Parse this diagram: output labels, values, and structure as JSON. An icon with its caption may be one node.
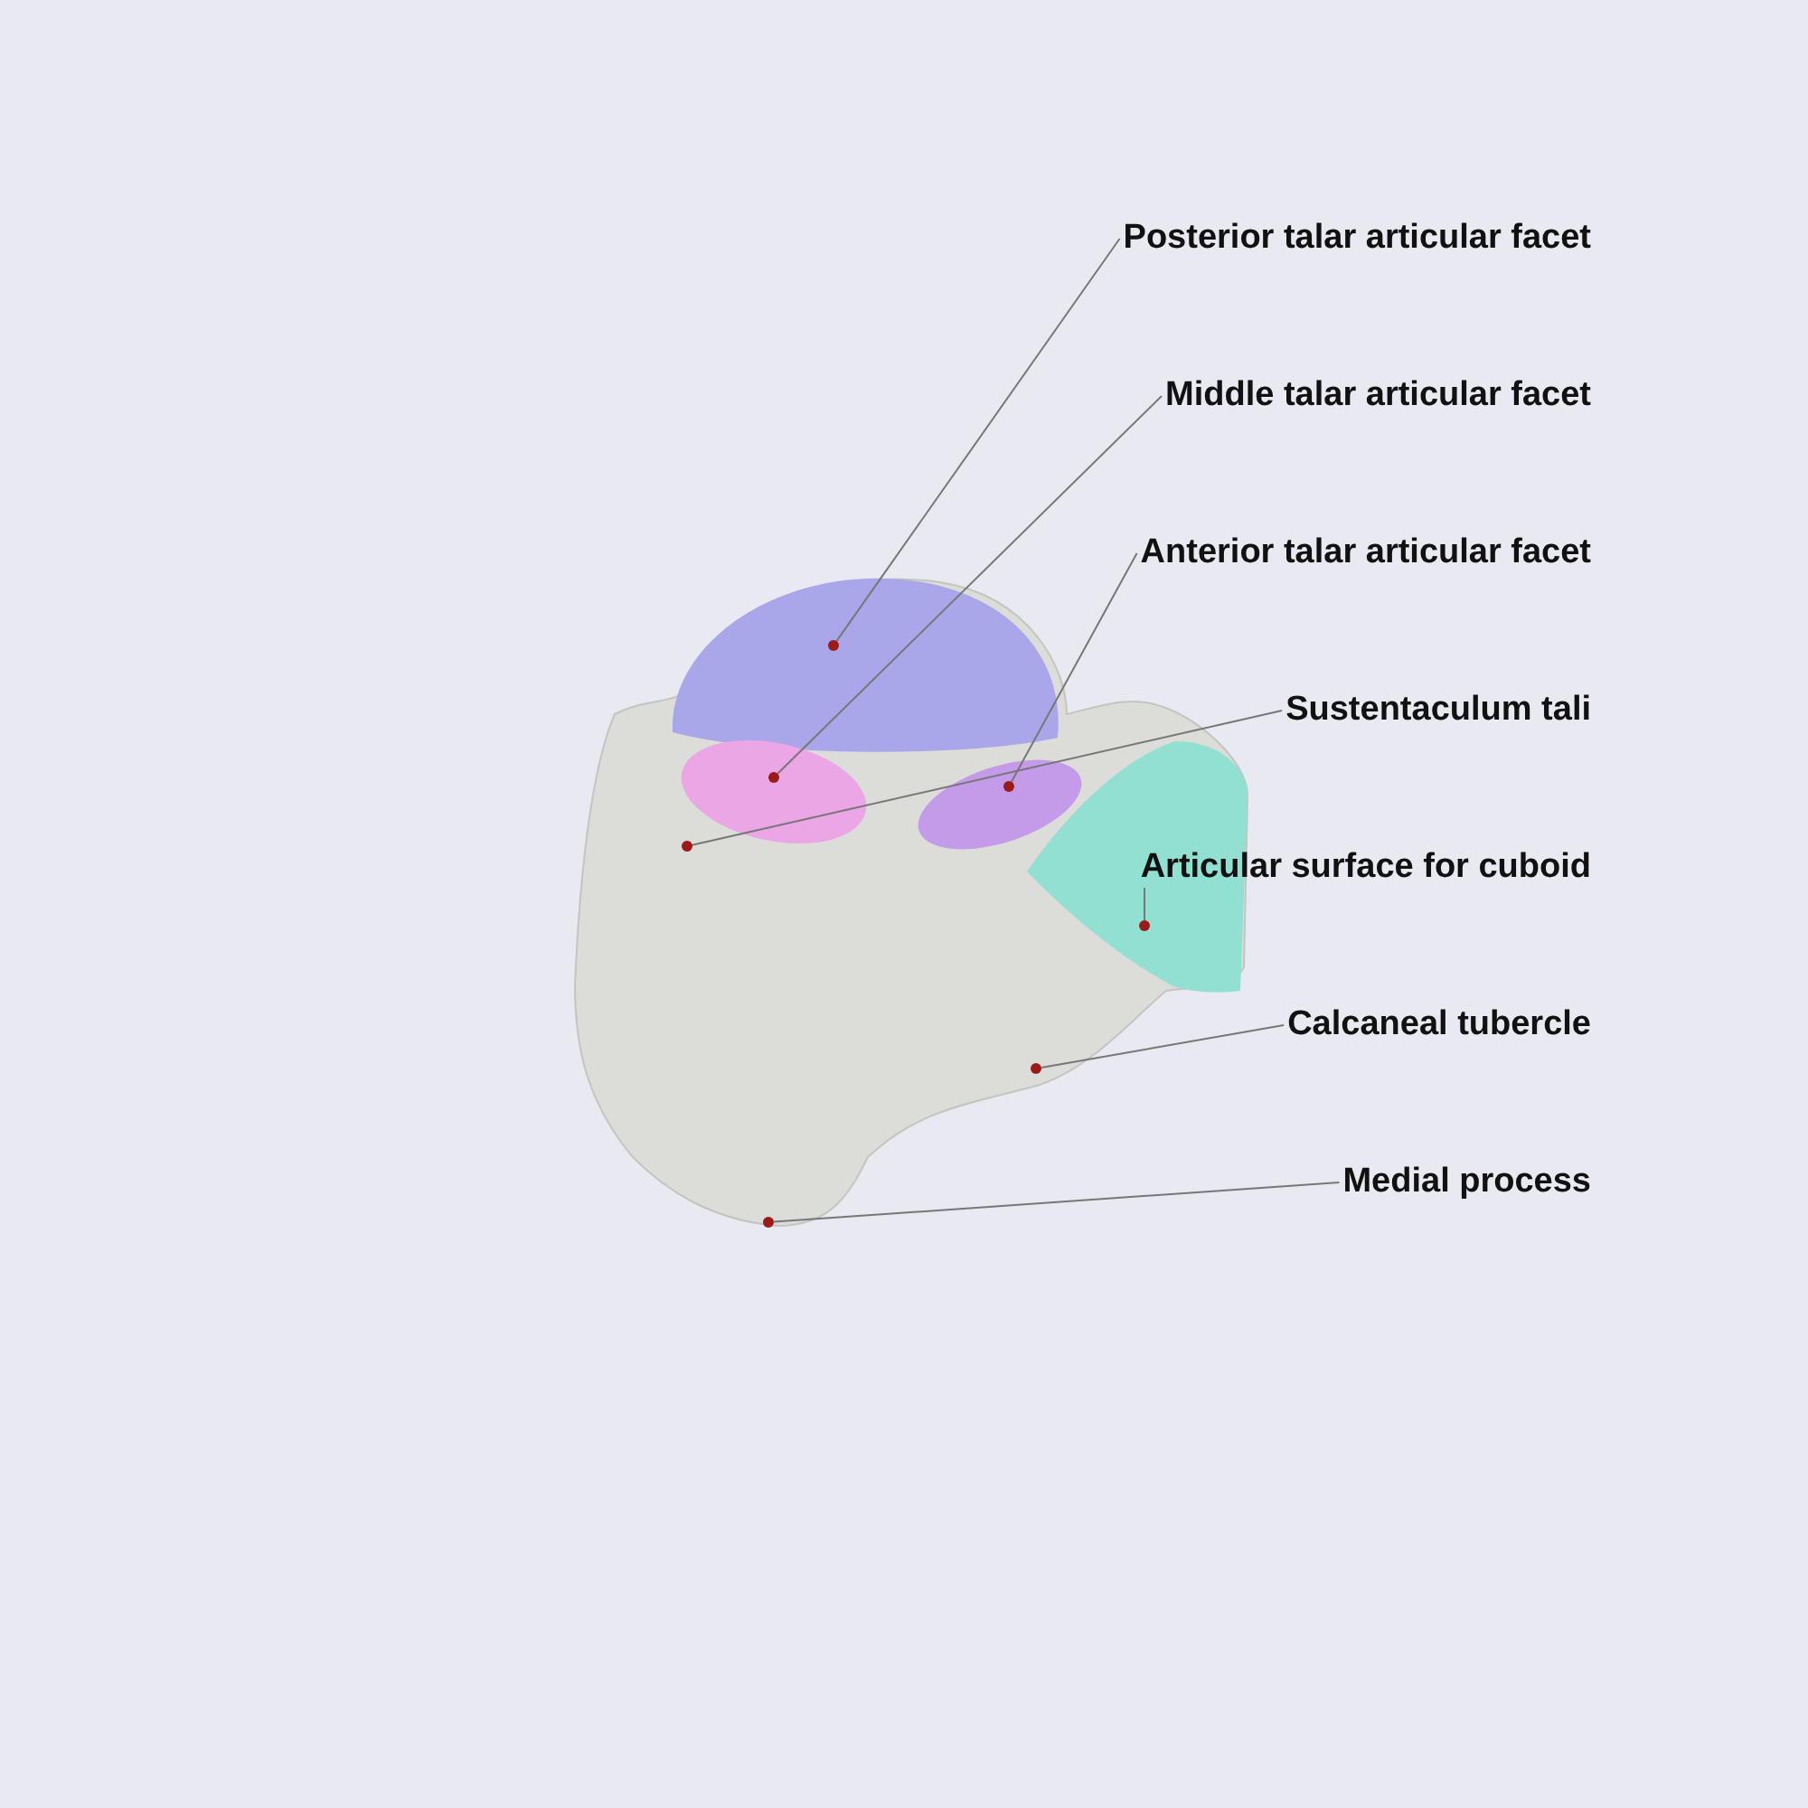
{
  "diagram": {
    "nodes": [
      {
        "text": [
          "Posterior talar articular facet"
        ]
      },
      {
        "text": [
          "Middle talar articular facet"
        ]
      },
      {
        "text": [
          "Anterior talar articular facet"
        ]
      },
      {
        "text": [
          "Sustentaculum tali"
        ]
      },
      {
        "text": [
          "Articular surface for cuboid"
        ]
      },
      {
        "text": [
          "Calcaneal tubercle"
        ]
      },
      {
        "text": [
          "Medial process"
        ]
      },
      {
        "text": [],
        "shape": "circle"
      },
      {
        "text": [],
        "shape": "circle"
      },
      {
        "text": [],
        "shape": "circle"
      },
      {
        "text": [],
        "shape": "circle"
      },
      {
        "text": [],
        "shape": "circle"
      },
      {
        "text": [],
        "shape": "circle"
      },
      {
        "text": [],
        "shape": "circle"
      }
    ],
    "edges": [
      {
        "from": 0,
        "to": 7,
        "arrow": "none"
      },
      {
        "from": 1,
        "to": 8,
        "arrow": "none"
      },
      {
        "from": 2,
        "to": 9,
        "arrow": "none"
      },
      {
        "from": 3,
        "to": 10,
        "arrow": "none"
      },
      {
        "from": 4,
        "to": 11,
        "arrow": "none"
      },
      {
        "from": 5,
        "to": 12,
        "arrow": "none"
      },
      {
        "from": 6,
        "to": 13,
        "arrow": "none"
      }
    ]
  }
}
